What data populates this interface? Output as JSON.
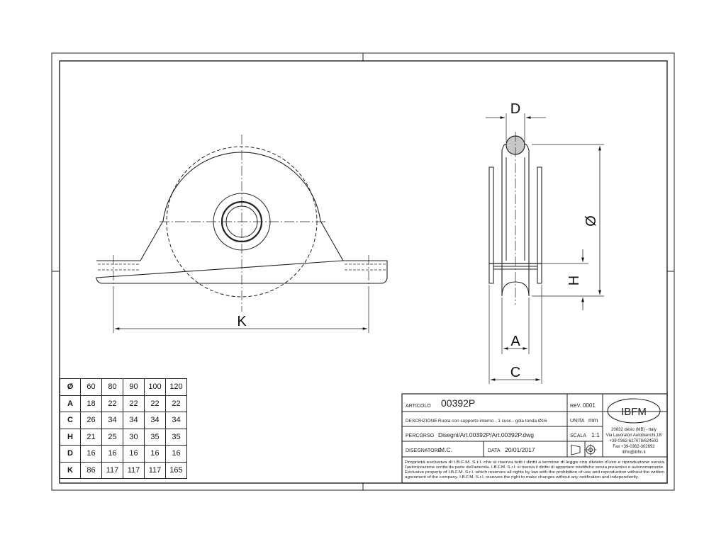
{
  "dimension_labels": {
    "D": "D",
    "dia": "Ø",
    "H": "H",
    "A": "A",
    "C": "C",
    "K": "K"
  },
  "table": {
    "rows": [
      {
        "label": "Ø",
        "values": [
          "60",
          "80",
          "90",
          "100",
          "120"
        ]
      },
      {
        "label": "A",
        "values": [
          "18",
          "22",
          "22",
          "22",
          "22"
        ]
      },
      {
        "label": "C",
        "values": [
          "26",
          "34",
          "34",
          "34",
          "34"
        ]
      },
      {
        "label": "H",
        "values": [
          "21",
          "25",
          "30",
          "35",
          "35"
        ]
      },
      {
        "label": "D",
        "values": [
          "16",
          "16",
          "16",
          "16",
          "16"
        ]
      },
      {
        "label": "K",
        "values": [
          "86",
          "117",
          "117",
          "117",
          "165"
        ]
      }
    ]
  },
  "title_block": {
    "articolo_label": "ARTICOLO",
    "articolo_value": "00392P",
    "rev_label": "REV.",
    "rev_value": "0001",
    "descrizione_label": "DESCRIZIONE",
    "descrizione_value": "Ruota con supporto interno - 1 cusc.- gola tonda Ø16",
    "unita_label": "UNITA",
    "unita_value": "mm",
    "percorso_label": "PERCORSO",
    "percorso_value": "Disegni/Art.00392P/Art.00392P.dwg",
    "scala_label": "SCALA",
    "scala_value": "1:1",
    "disegnatore_label": "DISEGNATORE",
    "disegnatore_value": "M.C.",
    "data_label": "DATA",
    "data_value": "20/01/2017",
    "logo_text": "IBFM",
    "company_lines": [
      "20832 desio (MB) - Italy",
      "Via Lavoratori Autobianchi,1B",
      "+39-0362-627078/624502",
      "Fax +39-0362-302692",
      "ibfm@ibfm.it"
    ],
    "legal_lines": [
      "Proprietà esclusiva di I.B.F.M. S.r.l. che si riserva tutti i diritti a termine di legge con divieto d'uso e riproduzione senza",
      "l'autorizzazione scritta da parte dell'azienda. I.B.F.M. S.r.l. si riserva il diritto di apportare modifiche senza preavviso e autonomamente.",
      "Exclusive property of I.B.F.M. S.r.l. which reserves all rights by law with the prohibition of use and reproduction without the written",
      "agreement of the company. I.B.F.M. S.r.l. reserves the right to make changes without any notification and independently."
    ]
  }
}
